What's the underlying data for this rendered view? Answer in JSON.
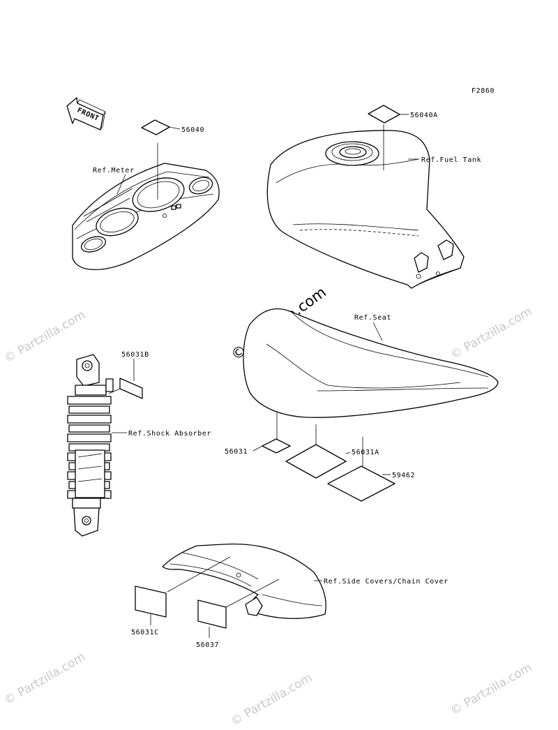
{
  "figure_code": "F2860",
  "front_label": "FRONT",
  "watermark": "© Partzilla.com",
  "labels": {
    "p56040": "56040",
    "p56040A": "56040A",
    "ref_meter": "Ref.Meter",
    "ref_fuel_tank": "Ref.Fuel Tank",
    "ref_seat": "Ref.Seat",
    "p56031B": "56031B",
    "ref_shock": "Ref.Shock Absorber",
    "p56031": "56031",
    "p56031A": "56031A",
    "p59462": "59462",
    "ref_side_covers": "Ref.Side Covers/Chain Cover",
    "p56031C": "56031C",
    "p56037": "56037"
  }
}
